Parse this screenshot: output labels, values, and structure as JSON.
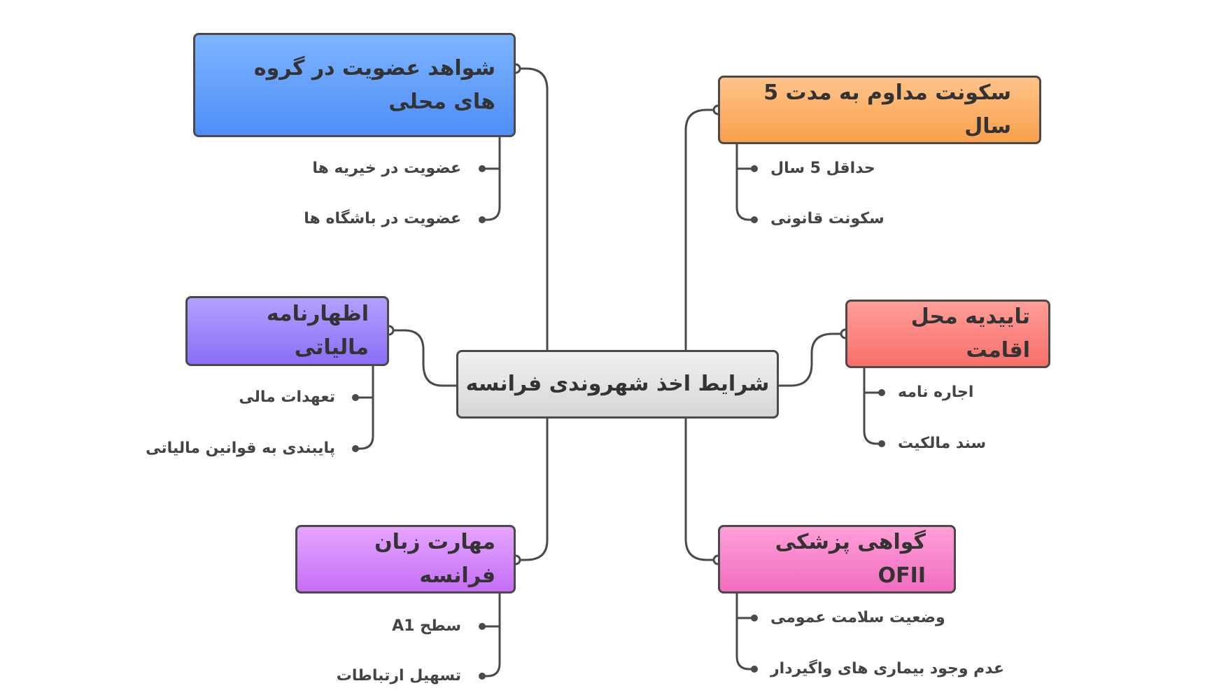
{
  "center": {
    "label": "شرایط اخذ شهروندی فرانسه"
  },
  "topics": {
    "local_groups": {
      "label": "شواهد عضویت در گروه های محلی",
      "color_top": "#7eb4ff",
      "color_bottom": "#4d8ef7",
      "children": [
        "عضویت در خیریه ها",
        "عضویت در باشگاه ها"
      ]
    },
    "tax": {
      "label": "اظهارنامه مالیاتی",
      "color_top": "#b4a0ff",
      "color_bottom": "#8b6ef7",
      "children": [
        "تعهدات مالی",
        "پایبندی به قوانین مالیاتی"
      ]
    },
    "language": {
      "label": "مهارت زبان فرانسه",
      "color_top": "#e6a6ff",
      "color_bottom": "#c56ef5",
      "children": [
        "سطح A1",
        "تسهیل ارتباطات"
      ]
    },
    "residence": {
      "label": "سکونت مداوم به مدت 5 سال",
      "color_top": "#ffc48a",
      "color_bottom": "#f9a04c",
      "children": [
        "حداقل 5 سال",
        "سکونت قانونی"
      ]
    },
    "address": {
      "label": "تاییدیه محل اقامت",
      "color_top": "#ff9e98",
      "color_bottom": "#f76f6a",
      "children": [
        "اجاره نامه",
        "سند مالکیت"
      ]
    },
    "medical": {
      "label": "گواهی پزشکی OFII",
      "color_top": "#ff9fd8",
      "color_bottom": "#f06dbf",
      "children": [
        "وضعیت سلامت عمومی",
        "عدم وجود بیماری های واگیردار"
      ]
    }
  },
  "colors": {
    "line": "#4a4a4a",
    "text": "#333333",
    "center_top": "#f1f1f1",
    "center_bottom": "#d6d6d6"
  }
}
